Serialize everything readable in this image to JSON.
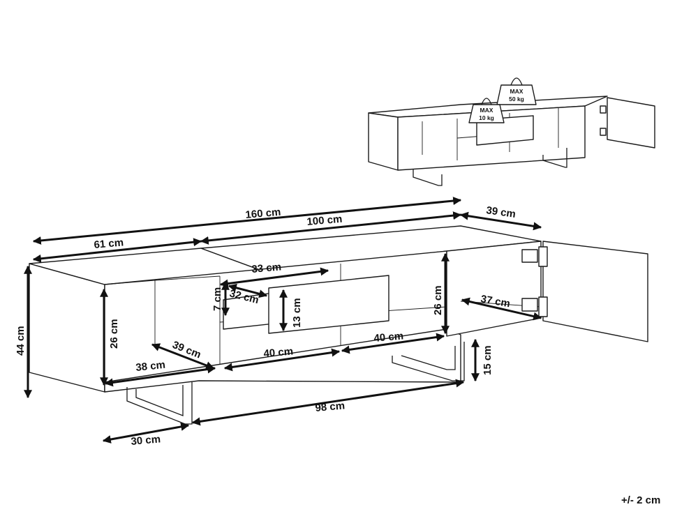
{
  "weights": {
    "tag_50_line1": "MAX",
    "tag_50_line2": "50 kg",
    "tag_10_line1": "MAX",
    "tag_10_line2": "10 kg"
  },
  "dimensions": {
    "total_width": "160 cm",
    "left_width": "61 cm",
    "middle_width": "100 cm",
    "depth": "39 cm",
    "drawer_width": "33 cm",
    "drawer_depth": "32 cm",
    "drawer_gap": "7 cm",
    "drawer_height": "13 cm",
    "total_height": "44 cm",
    "left_inner_height": "26 cm",
    "right_inner_height": "26 cm",
    "right_inner_depth": "37 cm",
    "left_shelf_depth": "39 cm",
    "left_shelf_width": "38 cm",
    "mid_shelf_width_1": "40 cm",
    "mid_shelf_width_2": "40 cm",
    "leg_height": "15 cm",
    "leg_span": "98 cm",
    "leg_depth": "30 cm"
  },
  "tolerance": "+/- 2 cm"
}
